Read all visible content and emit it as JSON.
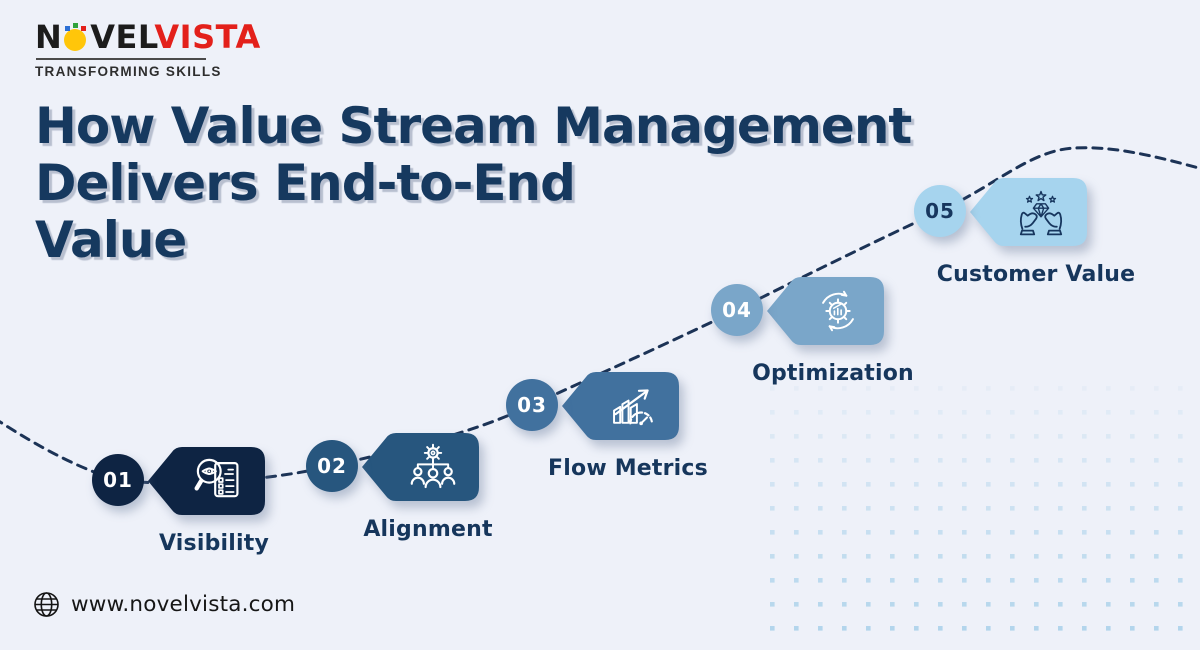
{
  "logo": {
    "brand_n": "N",
    "brand_vel": "VEL",
    "brand_vista": "VISTA",
    "tagline": "TRANSFORMING SKILLS"
  },
  "title": {
    "line1": "How Value Stream Management",
    "line2": "Delivers End-to-End",
    "line3": "Value"
  },
  "steps": [
    {
      "number": "01",
      "label": "Visibility",
      "icon": "magnifier-document-icon",
      "tag_color": "#0e2443",
      "circle_color": "#0e2443",
      "number_color": "#ffffff",
      "icon_color": "#ffffff"
    },
    {
      "number": "02",
      "label": "Alignment",
      "icon": "team-gear-icon",
      "tag_color": "#27567e",
      "circle_color": "#27567e",
      "number_color": "#ffffff",
      "icon_color": "#ffffff"
    },
    {
      "number": "03",
      "label": "Flow Metrics",
      "icon": "chart-gauge-icon",
      "tag_color": "#41719e",
      "circle_color": "#41719e",
      "number_color": "#ffffff",
      "icon_color": "#ffffff"
    },
    {
      "number": "04",
      "label": "Optimization",
      "icon": "gear-cycle-icon",
      "tag_color": "#7aa6c9",
      "circle_color": "#7aa6c9",
      "number_color": "#ffffff",
      "icon_color": "#ffffff"
    },
    {
      "number": "05",
      "label": "Customer Value",
      "icon": "hands-diamond-icon",
      "tag_color": "#a6d4ee",
      "circle_color": "#a6d4ee",
      "number_color": "#17365e",
      "icon_color": "#17365e"
    }
  ],
  "footer": {
    "website": "www.novelvista.com"
  },
  "colors": {
    "background": "#eef1f9",
    "title": "#16395f",
    "label": "#16365c",
    "line": "#1c3356",
    "dots": "#aed3eb",
    "logo_dark": "#1c1c1c",
    "logo_accent": "#e3201b",
    "bulb": "#ffc60a"
  }
}
